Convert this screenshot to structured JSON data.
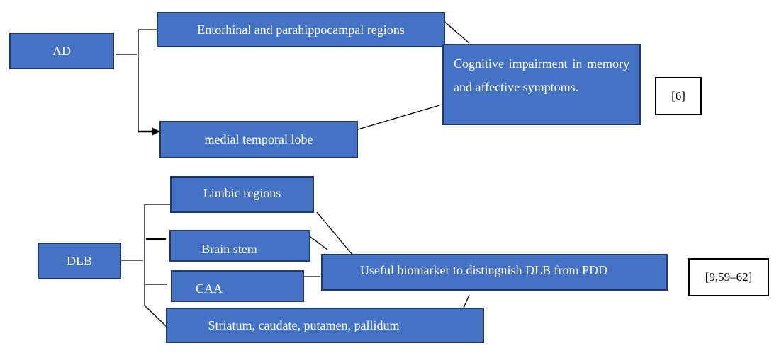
{
  "groups": [
    {
      "root": "AD",
      "regions": [
        "Entorhinal and parahippocampal regions",
        "medial temporal lobe"
      ],
      "outcome": "Cognitive impairment in memory and affective symptoms.",
      "reference": "[6]"
    },
    {
      "root": "DLB",
      "regions": [
        "Limbic regions",
        "Brain stem",
        "CAA",
        "Striatum, caudate, putamen, pallidum"
      ],
      "outcome": "Useful biomarker to distinguish DLB from PDD",
      "reference": "[9,59–62]"
    }
  ],
  "colors": {
    "box_fill": "#4472c4",
    "box_border": "#1f3864",
    "text": "#ffffff",
    "line": "#000000"
  }
}
